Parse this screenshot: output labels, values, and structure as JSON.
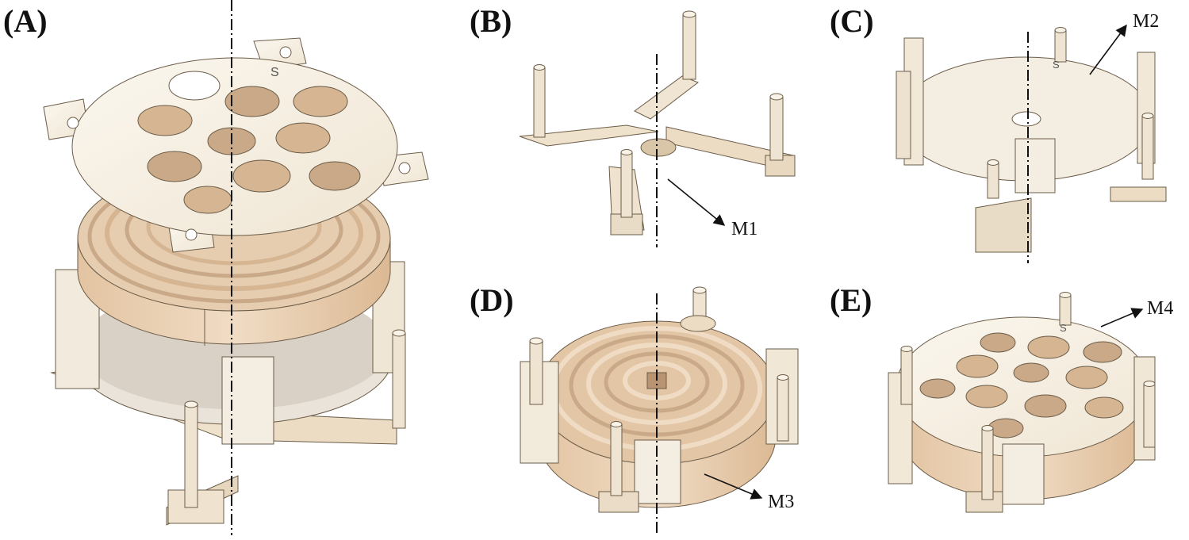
{
  "panels": [
    {
      "id": "A",
      "label": "(A)"
    },
    {
      "id": "B",
      "label": "(B)"
    },
    {
      "id": "C",
      "label": "(C)"
    },
    {
      "id": "D",
      "label": "(D)"
    },
    {
      "id": "E",
      "label": "(E)"
    }
  ],
  "callouts": [
    {
      "panel": "B",
      "label": "M1"
    },
    {
      "panel": "C",
      "label": "M2"
    },
    {
      "panel": "D",
      "label": "M3"
    },
    {
      "panel": "E",
      "label": "M4"
    }
  ],
  "engraved_mark": "S",
  "colors": {
    "plate": "#f4ede0",
    "plate_edge": "#d9ccb5",
    "ring": "#ecd4b8",
    "ring_dark": "#d9b896",
    "post": "#efe4d1",
    "background": "#ffffff",
    "ink": "#111111"
  }
}
